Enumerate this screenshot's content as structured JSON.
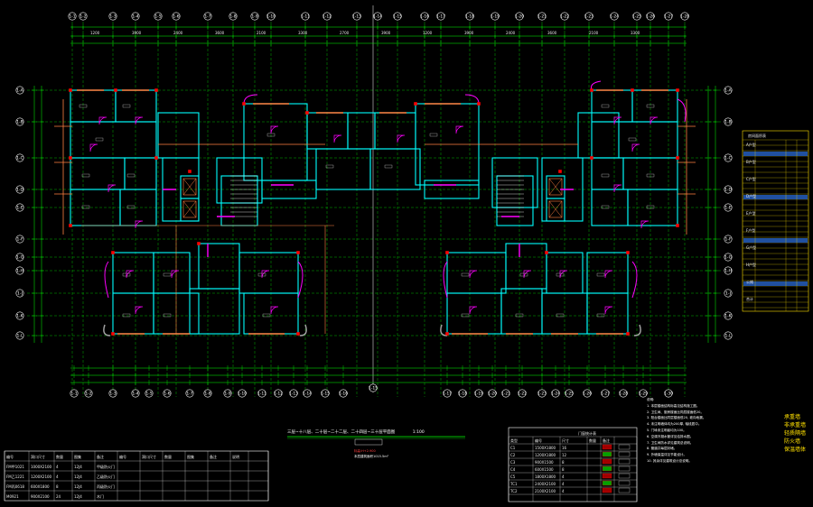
{
  "drawing": {
    "background": "#000000",
    "colors": {
      "axis": "#00ff00",
      "dimension": "#00ff00",
      "wall": "#00ffff",
      "door": "#ff00ff",
      "window": "#ff8040",
      "column": "#ff0000",
      "text": "#ffffff",
      "notes": "#ffff00",
      "hatch": "#a0a0a0"
    },
    "top_axis_labels": [
      "1-1",
      "1-2",
      "1-3",
      "1-4",
      "1-5",
      "1-6",
      "1-7",
      "1-8",
      "1-9",
      "1-10",
      "1-11",
      "1-12",
      "1-13",
      "1-14",
      "1-15",
      "1-16",
      "1-17",
      "1-18",
      "1-19",
      "1-20",
      "1-21",
      "1-22",
      "1-23",
      "1-24",
      "1-25",
      "1-26",
      "1-27",
      "1-28"
    ],
    "bottom_axis_labels": [
      "1-1",
      "1-2",
      "1-3",
      "1-4",
      "1-5",
      "1-6",
      "1-7",
      "1-8",
      "1-9",
      "1-10",
      "1-11",
      "1-12",
      "1-13",
      "1-14",
      "1-15",
      "1-16",
      "1-17",
      "1-18",
      "1-19",
      "1-20",
      "1-21",
      "1-22",
      "1-23",
      "1-24",
      "1-25",
      "1-26",
      "1-27",
      "1-28",
      "1-29",
      "1-30"
    ],
    "left_axis_labels": [
      "1-A",
      "1-B",
      "1-C",
      "1-D",
      "1-E",
      "1-F",
      "1-G",
      "1-H",
      "1-J",
      "1-K",
      "1-L"
    ],
    "right_axis_labels": [
      "1-A",
      "1-B",
      "1-C",
      "1-D",
      "1-E",
      "1-F",
      "1-G",
      "1-H",
      "1-J",
      "1-K",
      "1-L"
    ],
    "center_axis_label": "1-15",
    "plan_title": "三层~十八层、二十层~二十二层、二十四层~三十层平面图",
    "plan_scale": "1:100",
    "plan_note_1": "标高:H+2.900",
    "plan_note_2": "本层建筑面积1015.5m²",
    "legend": [
      "承重墙",
      "非承重墙",
      "轻质隔墙",
      "防火墙",
      "保温墙体"
    ],
    "door_table": {
      "header": [
        "编号",
        "洞口尺寸",
        "数量",
        "图集",
        "备注",
        "编号",
        "洞口尺寸",
        "数量",
        "图集",
        "备注",
        "说明"
      ],
      "rows": [
        [
          "FM甲1021",
          "1000X2100",
          "4",
          "12J4",
          "甲级防火门",
          "",
          "",
          "",
          "",
          "",
          ""
        ],
        [
          "FM乙1221",
          "1200X2100",
          "4",
          "12J4",
          "乙级防火门",
          "",
          "",
          "",
          "",
          "",
          ""
        ],
        [
          "FM丙0618",
          "600X1800",
          "8",
          "12J4",
          "丙级防火门",
          "",
          "",
          "",
          "",
          "",
          ""
        ],
        [
          "M0921",
          "900X2100",
          "24",
          "12J4",
          "木门",
          "",
          "",
          "",
          "",
          "",
          ""
        ]
      ]
    },
    "window_table": {
      "title": "门窗统计表",
      "header": [
        "类型",
        "编号",
        "尺寸",
        "数量",
        "备注"
      ],
      "rows": [
        [
          "C1",
          "1500X1800",
          "16",
          "",
          ""
        ],
        [
          "C2",
          "1200X1800",
          "12",
          "",
          ""
        ],
        [
          "C3",
          "900X1500",
          "8",
          "",
          ""
        ],
        [
          "C4",
          "600X1500",
          "8",
          "",
          ""
        ],
        [
          "C5",
          "1800X1800",
          "4",
          "",
          ""
        ],
        [
          "TC1",
          "2400X2100",
          "4",
          "",
          ""
        ],
        [
          "TC2",
          "2100X2100",
          "4",
          "",
          ""
        ]
      ]
    },
    "notes_title": "说明:",
    "notes": [
      "1. 本层楼面结构标高见结构施工图。",
      "2. 卫生间、厨房楼面比同层楼面低20。",
      "3. 阳台楼面比同层楼面低20, 坡向地漏。",
      "4. 未注明墙体均为200厚, 轴线居中。",
      "5. 门垛未注明者均为100。",
      "6. 空调冷凝水管详见给排水图。",
      "7. 卫生间防水详见建筑总说明。",
      "8. 管道井每层封堵。",
      "9. 外墙保温详见节能设计。",
      "10. 其余详见建筑设计总说明。"
    ],
    "side_table_title": "房间面积表",
    "side_table_rows": [
      "A户型",
      "B户型",
      "C户型",
      "D户型",
      "E户型",
      "F户型",
      "G户型",
      "H户型",
      "公摊",
      "合计"
    ],
    "top_dims": [
      "1200",
      "3900",
      "2400",
      "3600",
      "2100",
      "3300",
      "2700",
      "3900",
      "1200",
      "3900",
      "2400",
      "3600",
      "2100",
      "3300"
    ]
  }
}
